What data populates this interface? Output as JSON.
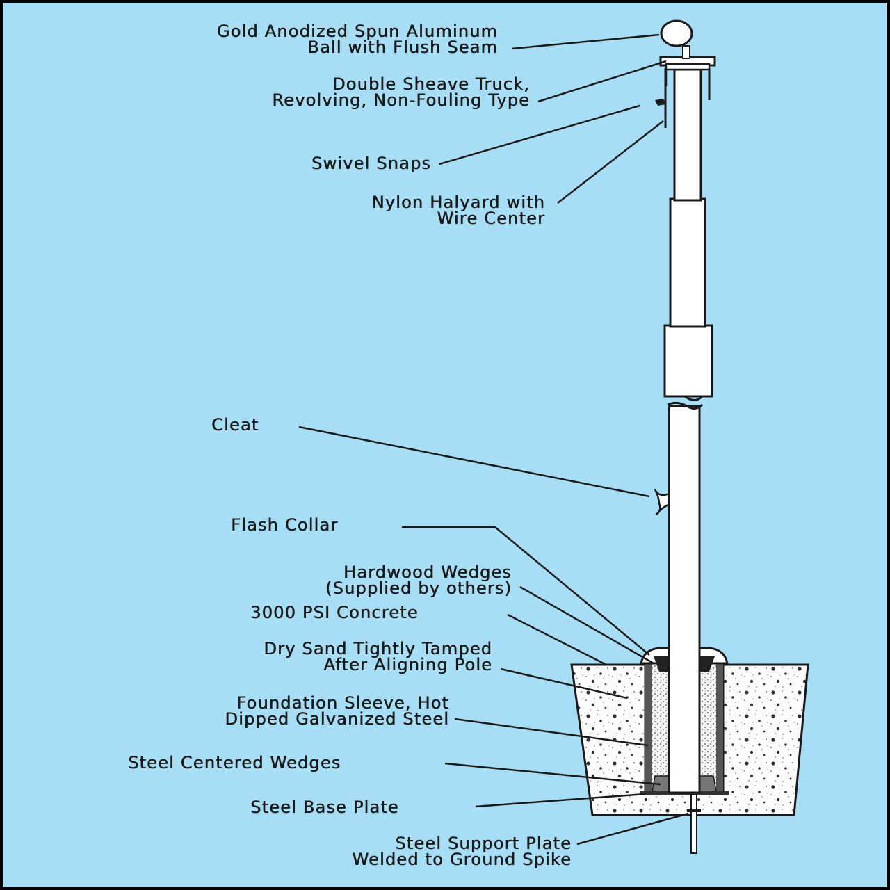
{
  "labels": {
    "ball": [
      "Gold Anodized Spun Aluminum",
      "Ball with Flush Seam"
    ],
    "truck": [
      "Double Sheave Truck,",
      "Revolving, Non-Fouling Type"
    ],
    "snaps": [
      "Swivel Snaps"
    ],
    "halyard": [
      "Nylon Halyard with",
      "Wire Center"
    ],
    "cleat": [
      "Cleat"
    ],
    "collar": [
      "Flash Collar"
    ],
    "hardwood": [
      "Hardwood Wedges",
      "(Supplied by others)"
    ],
    "concrete": [
      "3000 PSI Concrete"
    ],
    "sand": [
      "Dry Sand Tightly Tamped",
      "After Aligning Pole"
    ],
    "sleeve": [
      "Foundation Sleeve, Hot",
      "Dipped Galvanized Steel"
    ],
    "steel_wedges": [
      "Steel Centered Wedges"
    ],
    "base_plate": [
      "Steel Base Plate"
    ],
    "support_plate": [
      "Steel Support Plate",
      "Welded to Ground Spike"
    ]
  },
  "colors": {
    "background": "#a8def5",
    "frame": "#000000",
    "ink": "#1a1a1a",
    "pole": "#ffffff",
    "concrete": "#ffffff"
  }
}
